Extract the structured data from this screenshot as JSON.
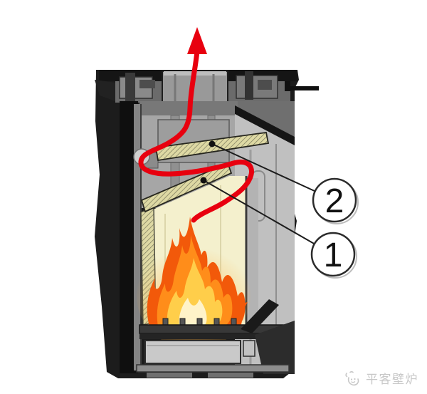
{
  "diagram": {
    "type": "wood-stove-cutaway",
    "callouts": [
      {
        "label": "2",
        "part": "upper-baffle-plate"
      },
      {
        "label": "1",
        "part": "lower-baffle-plate"
      }
    ],
    "colors": {
      "flow_arrow": "#e8000f",
      "baffle_fill": "#ded9a4",
      "baffle_hatch": "#77775c",
      "firebox_interior": "#f4f0cd",
      "flame_outer": "#f2590a",
      "flame_mid": "#ff8d1a",
      "flame_inner": "#ffce4a",
      "flame_core": "#fff3c9",
      "body_dark": "#1c1c1c",
      "body_gray": "#a6a6a6",
      "door_gray": "#c0c0c0",
      "callout_stroke": "#2b2b2b"
    }
  },
  "watermark": {
    "text": "平客壁炉"
  }
}
